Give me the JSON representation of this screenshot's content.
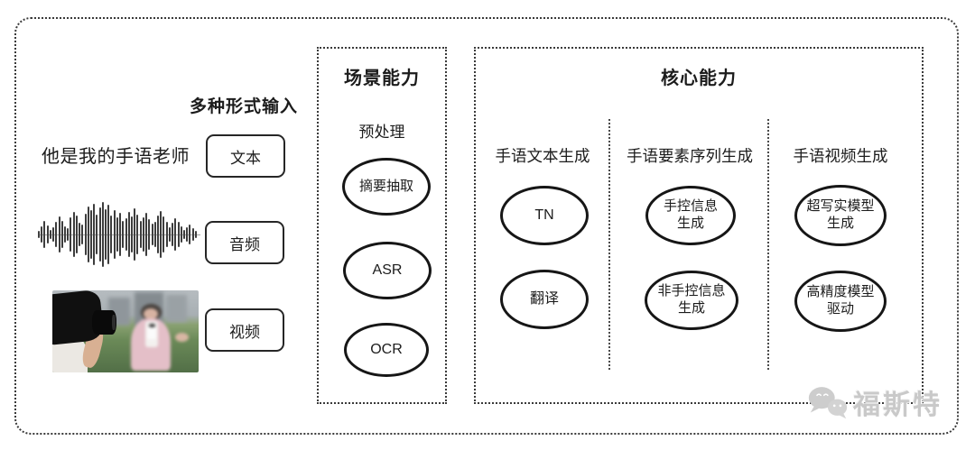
{
  "diagram": {
    "input": {
      "title": "多种形式输入",
      "text_example": "他是我的手语老师",
      "items": [
        {
          "label": "文本"
        },
        {
          "label": "音频"
        },
        {
          "label": "视频"
        }
      ]
    },
    "scene": {
      "title": "场景能力",
      "subtitle": "预处理",
      "nodes": [
        {
          "lines": [
            "摘要抽取"
          ]
        },
        {
          "lines": [
            "ASR"
          ]
        },
        {
          "lines": [
            "OCR"
          ]
        }
      ]
    },
    "core": {
      "title": "核心能力",
      "columns": [
        {
          "header": "手语文本生成",
          "nodes": [
            {
              "lines": [
                "TN"
              ]
            },
            {
              "lines": [
                "翻译"
              ]
            }
          ]
        },
        {
          "header": "手语要素序列生成",
          "nodes": [
            {
              "lines": [
                "手控信息",
                "生成"
              ]
            },
            {
              "lines": [
                "非手控信息",
                "生成"
              ]
            }
          ]
        },
        {
          "header": "手语视频生成",
          "nodes": [
            {
              "lines": [
                "超写实模型",
                "生成"
              ]
            },
            {
              "lines": [
                "高精度模型",
                "驱动"
              ]
            }
          ]
        }
      ]
    },
    "watermark": {
      "text": "福斯特",
      "icon": "chat-bubbles-icon"
    },
    "colors": {
      "ink": "#1c1c1c",
      "dotted_border": "#3a3a3a",
      "watermark": "#c9c9c9"
    }
  }
}
